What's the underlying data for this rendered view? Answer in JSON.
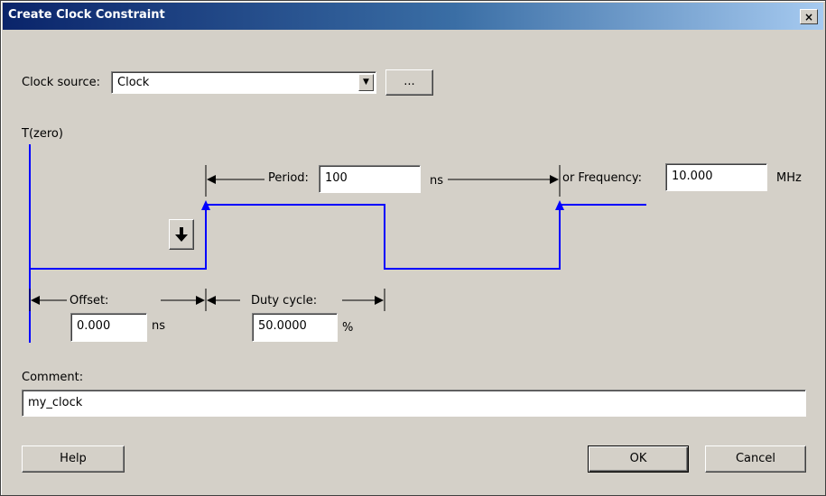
{
  "window": {
    "title": "Create Clock Constraint",
    "close_glyph": "×"
  },
  "clock_source": {
    "label": "Clock source:",
    "value": "Clock",
    "browse_label": "..."
  },
  "diagram": {
    "tzero_label": "T(zero)",
    "period_label": "Period:",
    "period_value": "100",
    "period_unit": "ns",
    "frequency_label": "or Frequency:",
    "frequency_value": "10.000",
    "frequency_unit": "MHz",
    "offset_label": "Offset:",
    "offset_value": "0.000",
    "offset_unit": "ns",
    "duty_label": "Duty cycle:",
    "duty_value": "50.0000",
    "duty_unit": "%",
    "edge_toggle_icon": "down-arrow-icon",
    "colors": {
      "waveform": "#0000ff",
      "dimension": "#000000"
    }
  },
  "comment": {
    "label": "Comment:",
    "value": "my_clock"
  },
  "buttons": {
    "help": "Help",
    "ok": "OK",
    "cancel": "Cancel"
  }
}
